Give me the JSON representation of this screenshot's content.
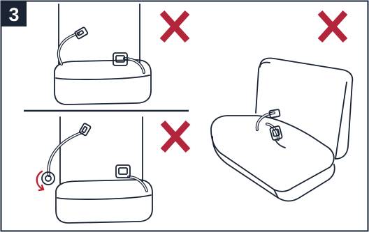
{
  "step": {
    "number": "3"
  },
  "colors": {
    "frame": "#1a2433",
    "badge": "#1a2433",
    "badge_text": "#ffffff",
    "line": "#1a2433",
    "wrong_mark": "#b3253a",
    "rotate_arrow": "#c0202f",
    "background": "#ffffff"
  },
  "panels": [
    {
      "id": "top-left",
      "content": "seat-with-buckle-raised",
      "mark": "x-icon"
    },
    {
      "id": "bottom-left",
      "content": "seat-with-buckle-rotated",
      "mark": "x-icon",
      "extra": "rotate-arrow-icon"
    },
    {
      "id": "right",
      "content": "bench-seat-with-buckle",
      "mark": "x-icon"
    }
  ]
}
